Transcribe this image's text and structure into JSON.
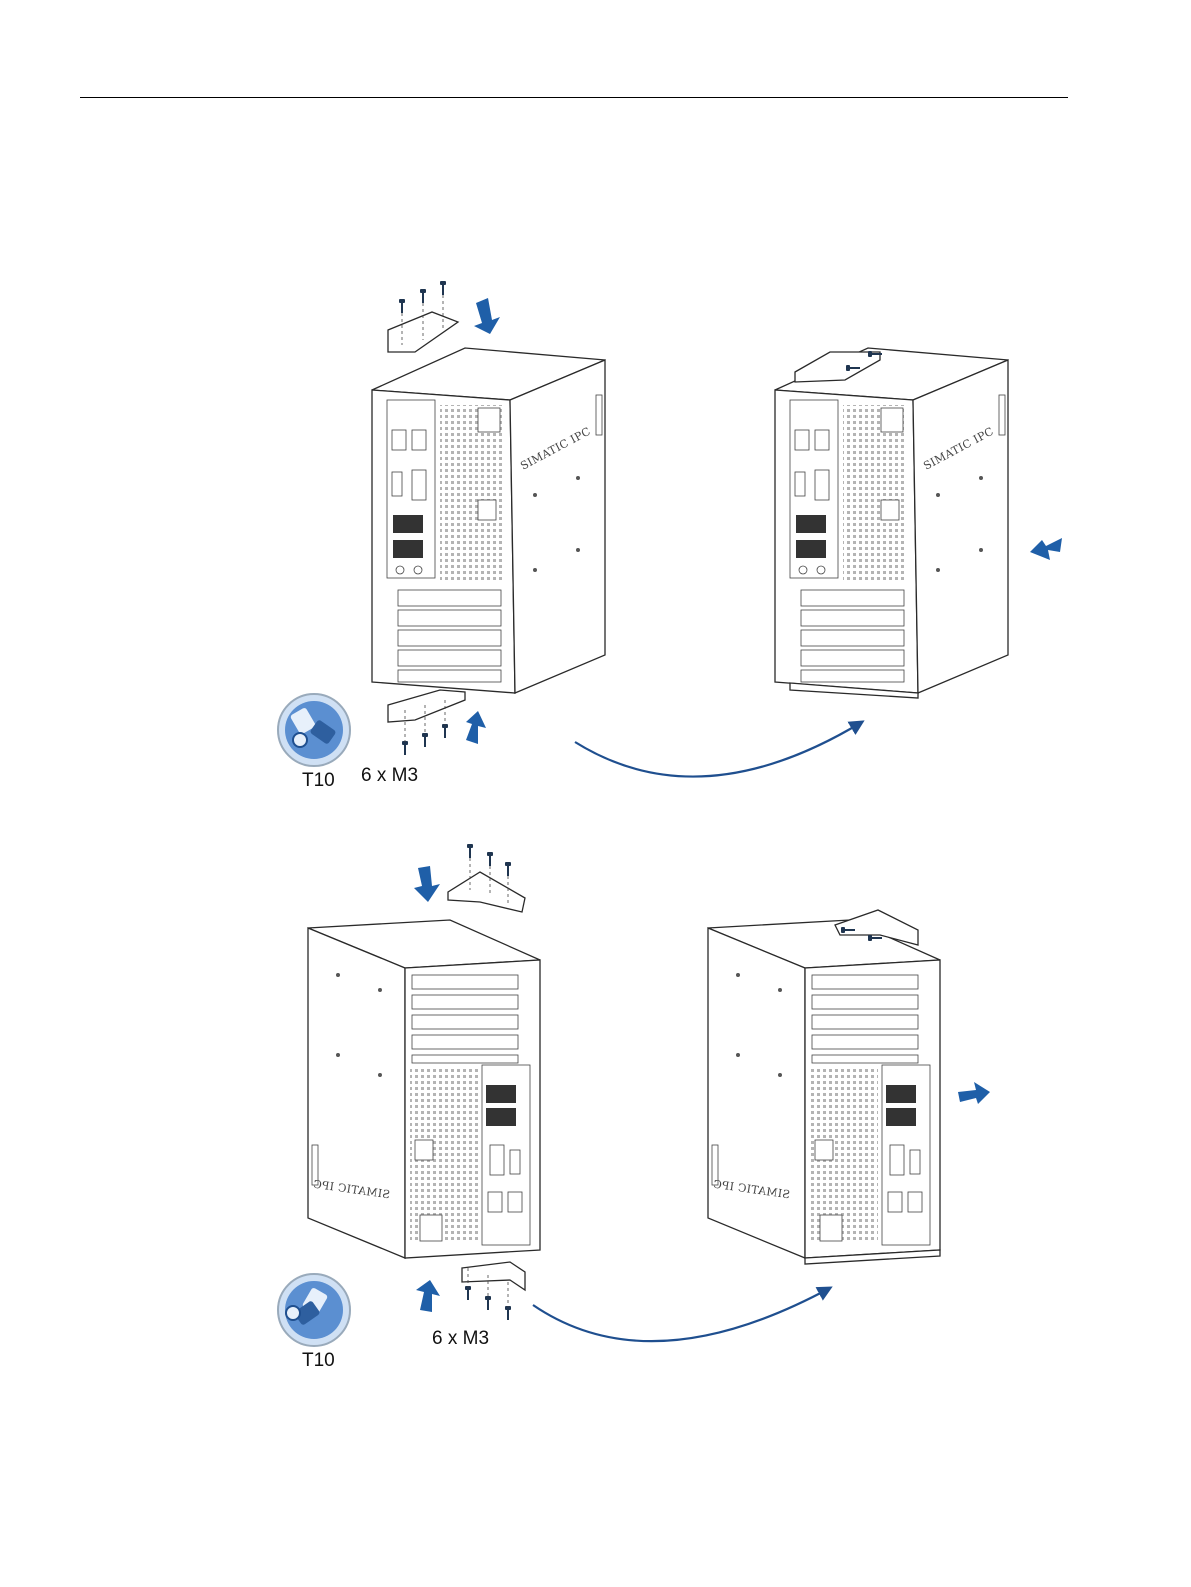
{
  "labels": {
    "tool_top": "T10",
    "screws_top": "6 x M3",
    "tool_bottom": "T10",
    "screws_bottom": "6 x M3",
    "brand_mark": "SIMATIC IPC"
  },
  "colors": {
    "accent_blue": "#1f5fa8",
    "line": "#2a2a2a"
  }
}
